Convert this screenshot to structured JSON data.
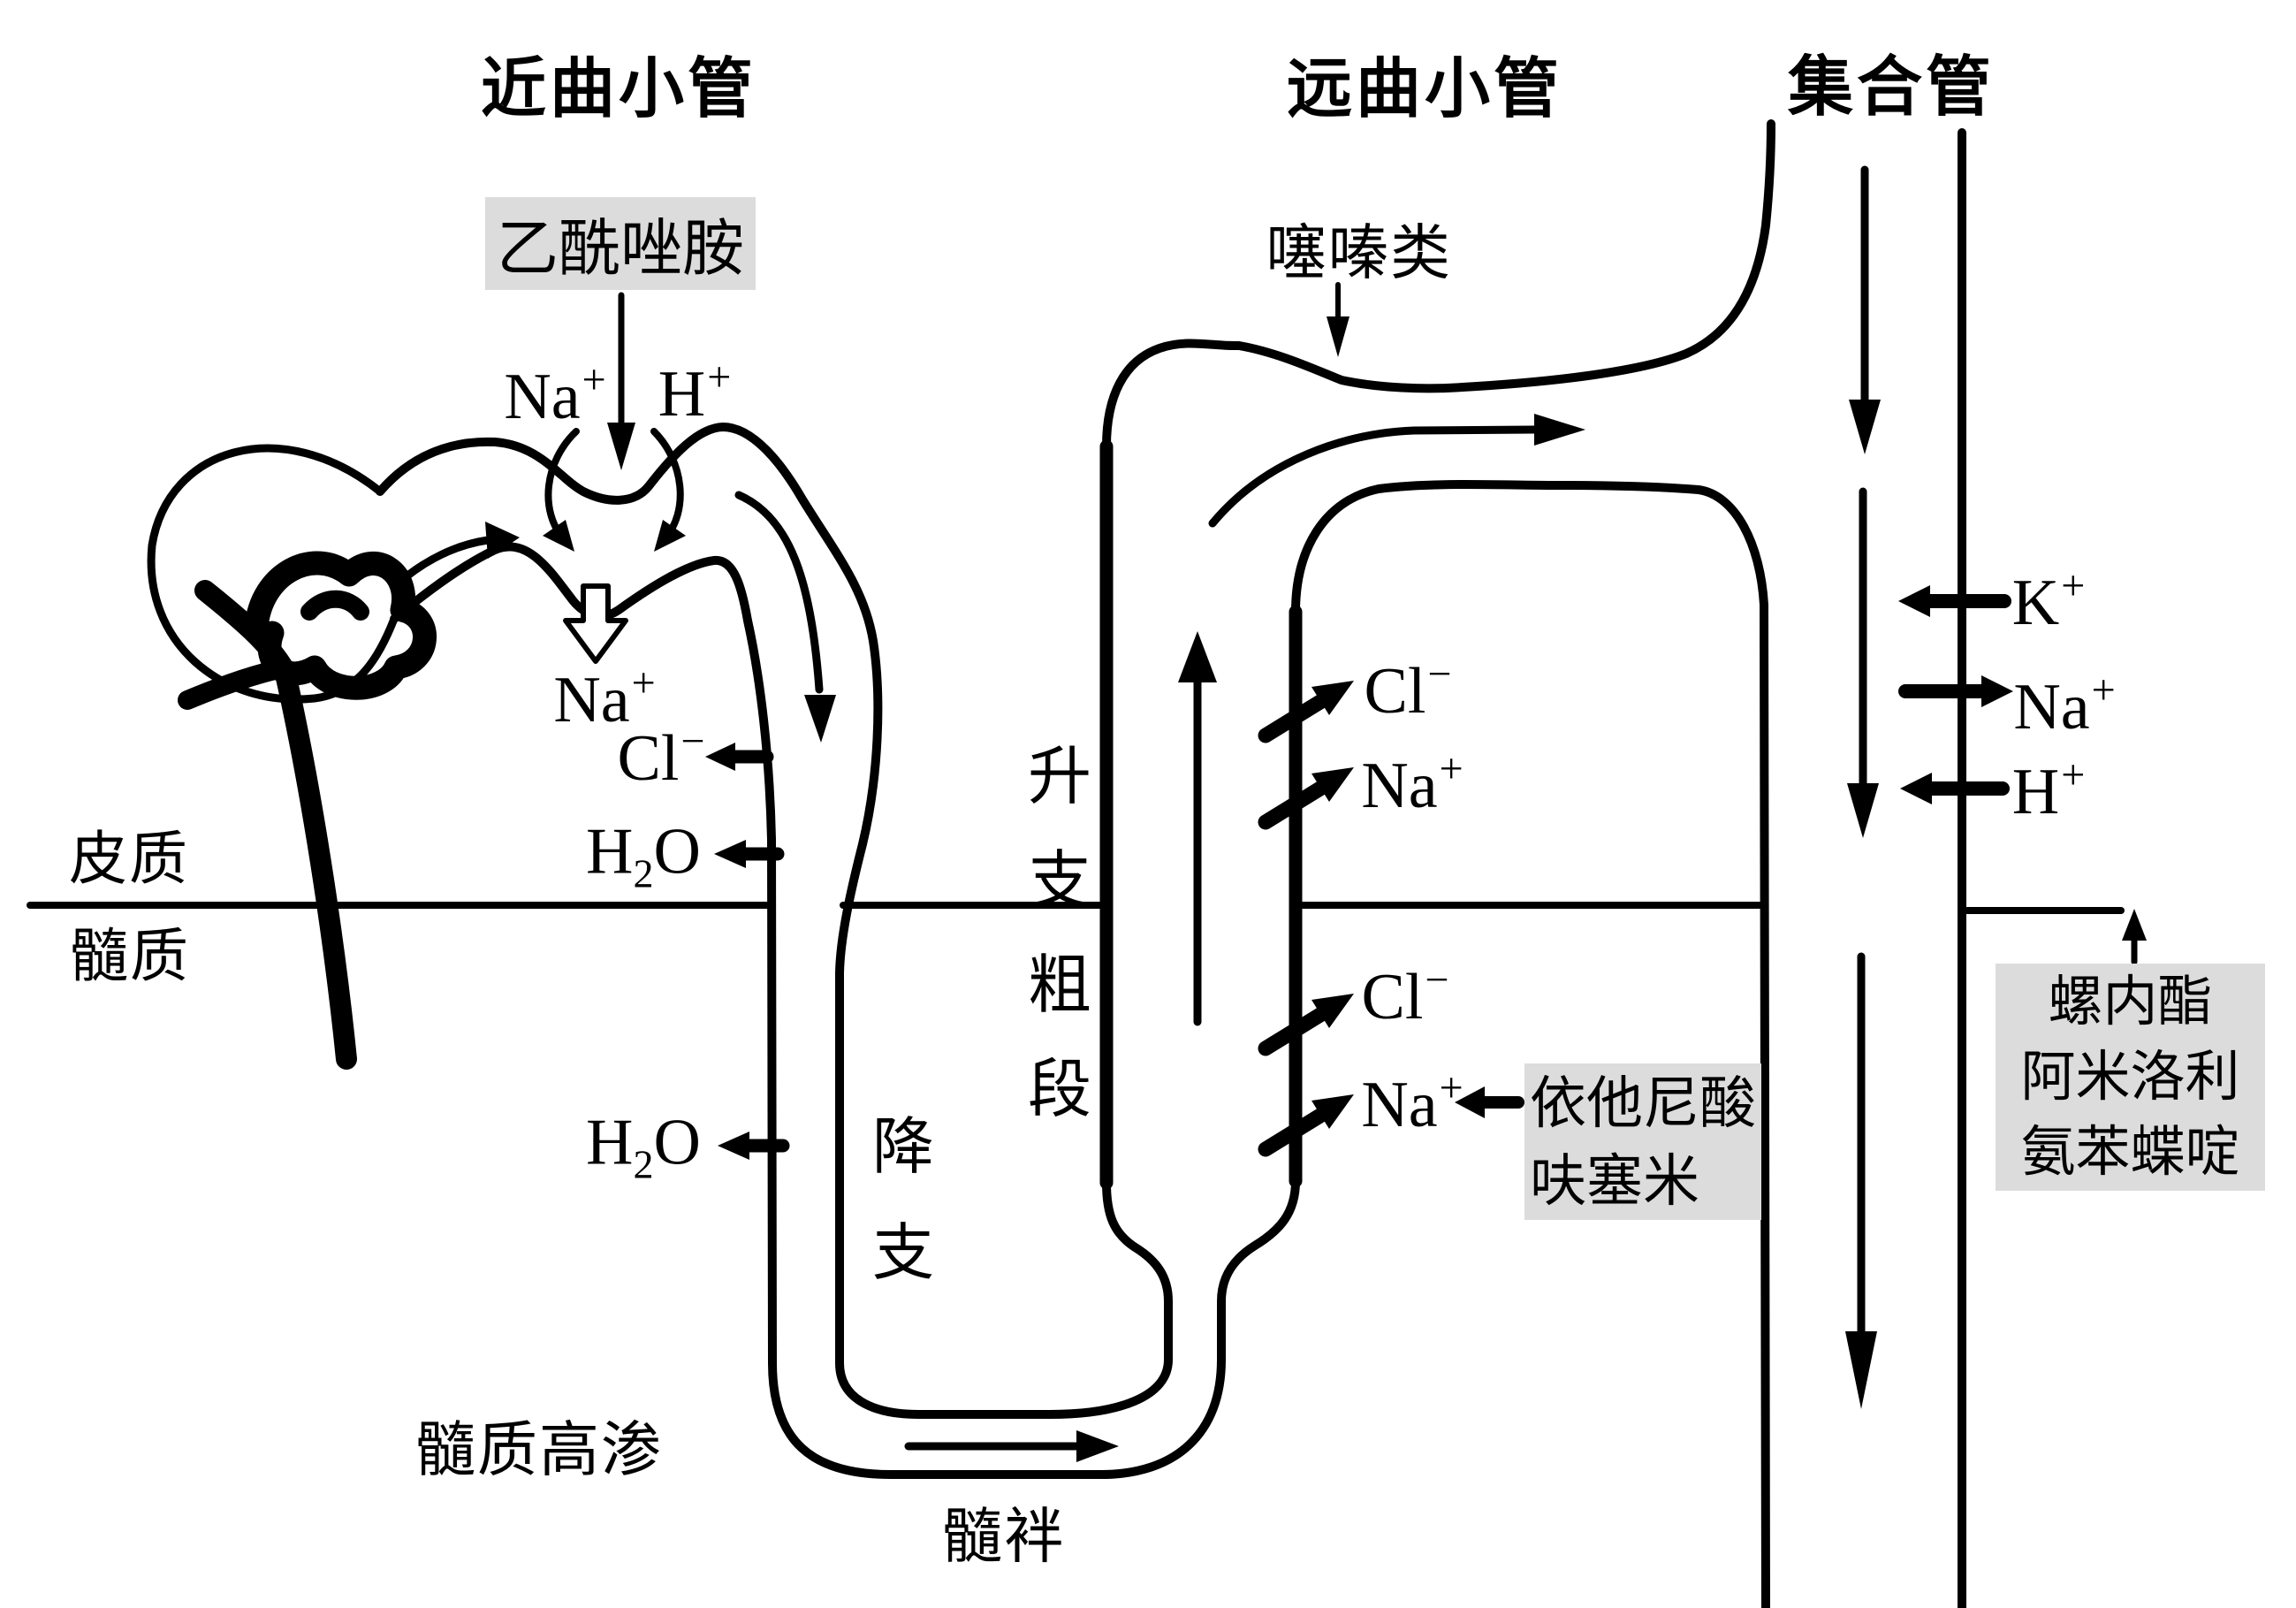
{
  "diagram": {
    "colors": {
      "ink": "#000000",
      "background": "#ffffff",
      "highlight_box": "#dcdcdc"
    },
    "titles": {
      "proximal_tubule": "近曲小管",
      "distal_tubule": "远曲小管",
      "collecting_duct": "集合管"
    },
    "drug_boxes": {
      "acetazolamide": {
        "label": "乙酰唑胺"
      },
      "thiazides": {
        "label": "噻嗪类"
      },
      "loop_diuretics": {
        "line1": "依他尼酸",
        "line2": "呋塞米"
      },
      "potassium_sparing": {
        "line1": "螺内酯",
        "line2": "阿米洛利",
        "line3": "氨苯蝶啶"
      }
    },
    "region_labels": {
      "cortex": "皮质",
      "medulla": "髓质",
      "medullary_hypertonicity": "髓质高渗",
      "loop_of_henle": "髓袢",
      "descending_limb": "降支",
      "thick_ascending_limb": "升支粗段"
    },
    "ion_labels": {
      "na": {
        "base": "Na",
        "sup": "+"
      },
      "h": {
        "base": "H",
        "sup": "+"
      },
      "k": {
        "base": "K",
        "sup": "+"
      },
      "cl": {
        "base": "Cl",
        "sup": "−"
      },
      "water": {
        "pre": "H",
        "sub": "2",
        "post": "O"
      }
    }
  }
}
